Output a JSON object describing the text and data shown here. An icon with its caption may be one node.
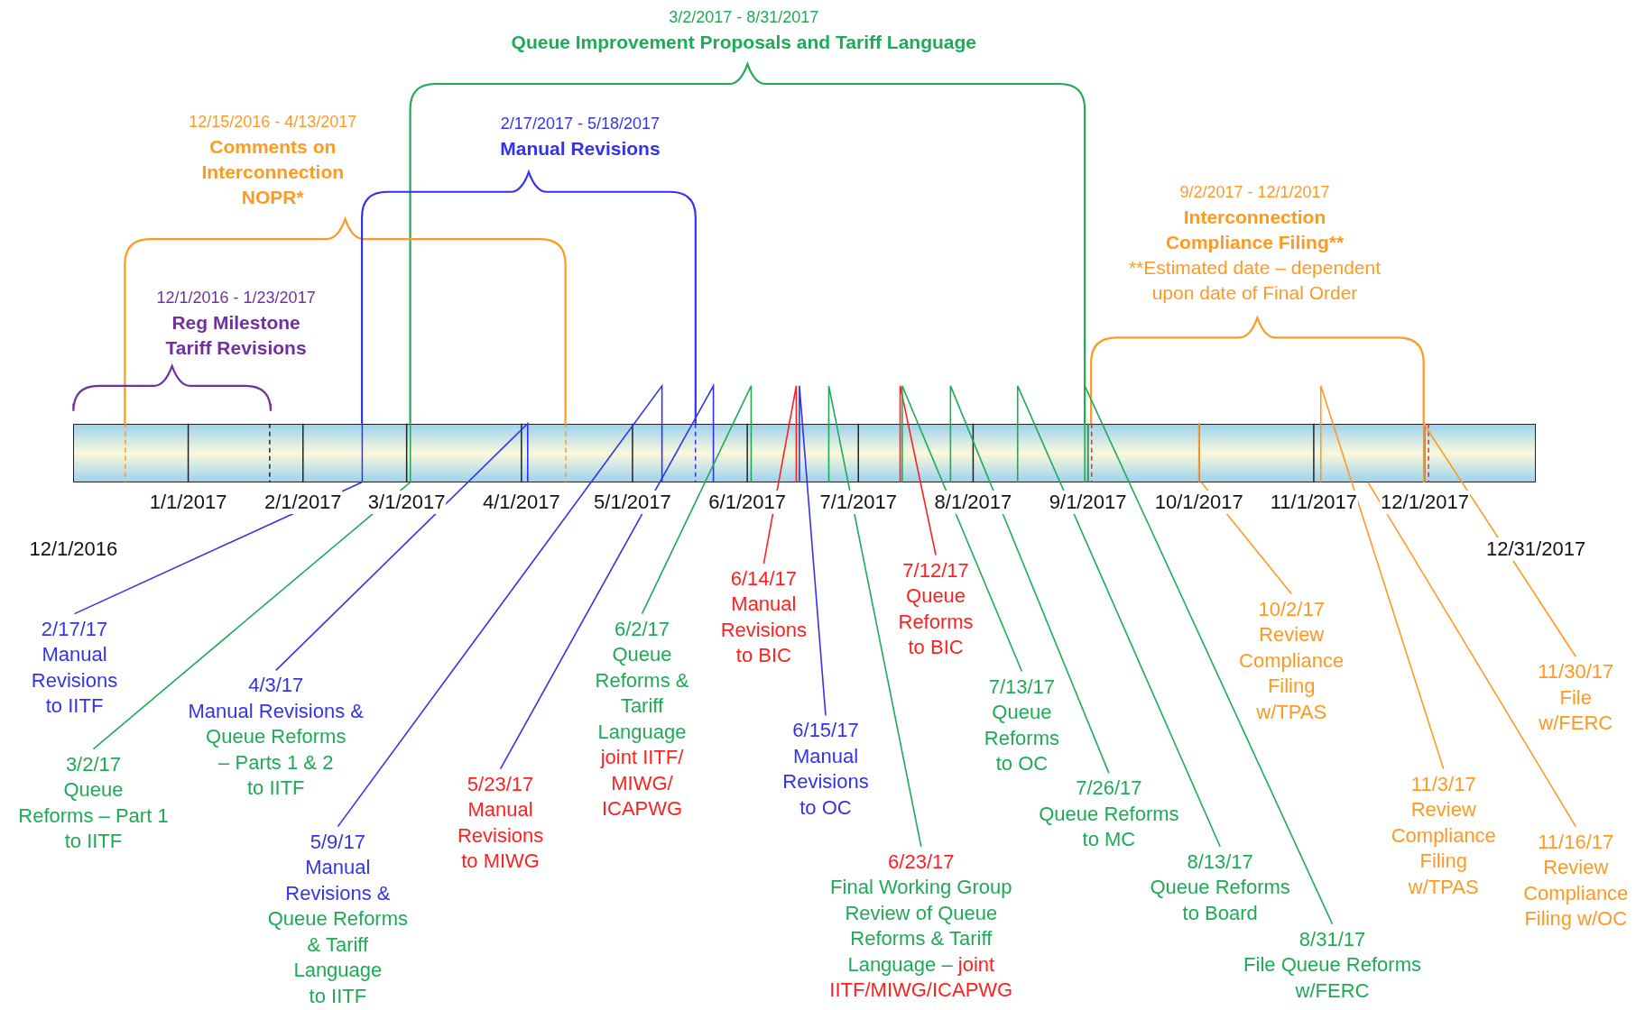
{
  "diagram": {
    "nodes": [
      {
        "text": [
          "3/2/2017 - 8/31/2017",
          "Queue Improvement Proposals and Tariff Language"
        ]
      },
      {
        "text": [
          "12/15/2016 - 4/13/2017",
          "Comments on Interconnection NOPR*"
        ]
      },
      {
        "text": [
          "2/17/2017 - 5/18/2017",
          "Manual Revisions"
        ]
      },
      {
        "text": [
          "9/2/2017 - 12/1/2017",
          "Interconnection Compliance Filing**",
          "**Estimated date – dependent upon date of Final Order"
        ]
      },
      {
        "text": [
          "12/1/2016 - 1/23/2017",
          "Reg Milestone Tariff Revisions"
        ]
      },
      {
        "text": [],
        "shape": "bar"
      },
      {
        "text": [
          "2/17/17",
          "Manual Revisions to IITF"
        ]
      },
      {
        "text": [
          "3/2/17",
          "Queue Reforms – Part 1 to IITF"
        ]
      },
      {
        "text": [
          "4/3/17",
          "Manual Revisions &",
          "Queue Reforms – Parts 1 & 2 to IITF"
        ]
      },
      {
        "text": [
          "5/9/17",
          "Manual Revisions &",
          "Queue Reforms & Tariff Language to IITF"
        ]
      },
      {
        "text": [
          "5/23/17",
          "Manual Revisions to MIWG"
        ]
      },
      {
        "text": [
          "6/2/17",
          "Queue Reforms & Tariff Language",
          "joint IITF/ MIWG/ ICAPWG"
        ]
      },
      {
        "text": [
          "6/14/17",
          "Manual Revisions to BIC"
        ]
      },
      {
        "text": [
          "6/15/17",
          "Manual Revisions to OC"
        ]
      },
      {
        "text": [
          "6/23/17",
          "Final Working Group Review of Queue Reforms & Tariff Language –",
          "joint IITF/MIWG/ICAPWG"
        ]
      },
      {
        "text": [
          "7/12/17",
          "Queue Reforms to BIC"
        ]
      },
      {
        "text": [
          "7/13/17",
          "Queue Reforms to OC"
        ]
      },
      {
        "text": [
          "7/26/17",
          "Queue Reforms to MC"
        ]
      },
      {
        "text": [
          "8/13/17",
          "Queue Reforms to Board"
        ]
      },
      {
        "text": [
          "8/31/17",
          "File Queue Reforms w/FERC"
        ]
      },
      {
        "text": [
          "10/2/17",
          "Review Compliance Filing w/TPAS"
        ]
      },
      {
        "text": [
          "11/3/17",
          "Review Compliance Filing w/TPAS"
        ]
      },
      {
        "text": [
          "11/16/17",
          "Review Compliance Filing w/OC"
        ]
      },
      {
        "text": [
          "11/30/17",
          "File w/FERC"
        ]
      }
    ],
    "edges": [
      {
        "from": 6,
        "to": 5,
        "arrow": "none",
        "color": "#3333ee"
      },
      {
        "from": 7,
        "to": 5,
        "arrow": "none"
      },
      {
        "from": 8,
        "to": 5,
        "arrow": "none",
        "color": "#3333ee"
      },
      {
        "from": 9,
        "to": 5,
        "arrow": "none",
        "color": "#3333ee"
      },
      {
        "from": 10,
        "to": 5,
        "arrow": "none",
        "color": "#3333ee"
      },
      {
        "from": 11,
        "to": 5,
        "arrow": "none"
      },
      {
        "from": 12,
        "to": 5,
        "arrow": "none",
        "color": "#ff2020"
      },
      {
        "from": 13,
        "to": 5,
        "arrow": "none",
        "color": "#3333ee"
      },
      {
        "from": 14,
        "to": 5,
        "arrow": "none"
      },
      {
        "from": 15,
        "to": 5,
        "arrow": "none",
        "color": "#ff2020"
      },
      {
        "from": 16,
        "to": 5,
        "arrow": "none"
      },
      {
        "from": 17,
        "to": 5,
        "arrow": "none"
      },
      {
        "from": 18,
        "to": 5,
        "arrow": "none"
      },
      {
        "from": 19,
        "to": 5,
        "arrow": "none"
      },
      {
        "from": 20,
        "to": 5,
        "arrow": "none",
        "color": "#ff9922"
      },
      {
        "from": 21,
        "to": 5,
        "arrow": "none",
        "color": "#ff9922"
      },
      {
        "from": 22,
        "to": 5,
        "arrow": "none",
        "color": "#ff9922"
      },
      {
        "from": 23,
        "to": 5,
        "arrow": "none",
        "color": "#ff9922"
      }
    ],
    "labels": [
      "1/1/2017",
      "2/1/2017",
      "3/1/2017",
      "4/1/2017",
      "5/1/2017",
      "6/1/2017",
      "7/1/2017",
      "8/1/2017",
      "9/1/2017",
      "10/1/2017",
      "11/1/2017",
      "12/1/2017",
      "12/1/2016",
      "12/31/2017"
    ]
  }
}
